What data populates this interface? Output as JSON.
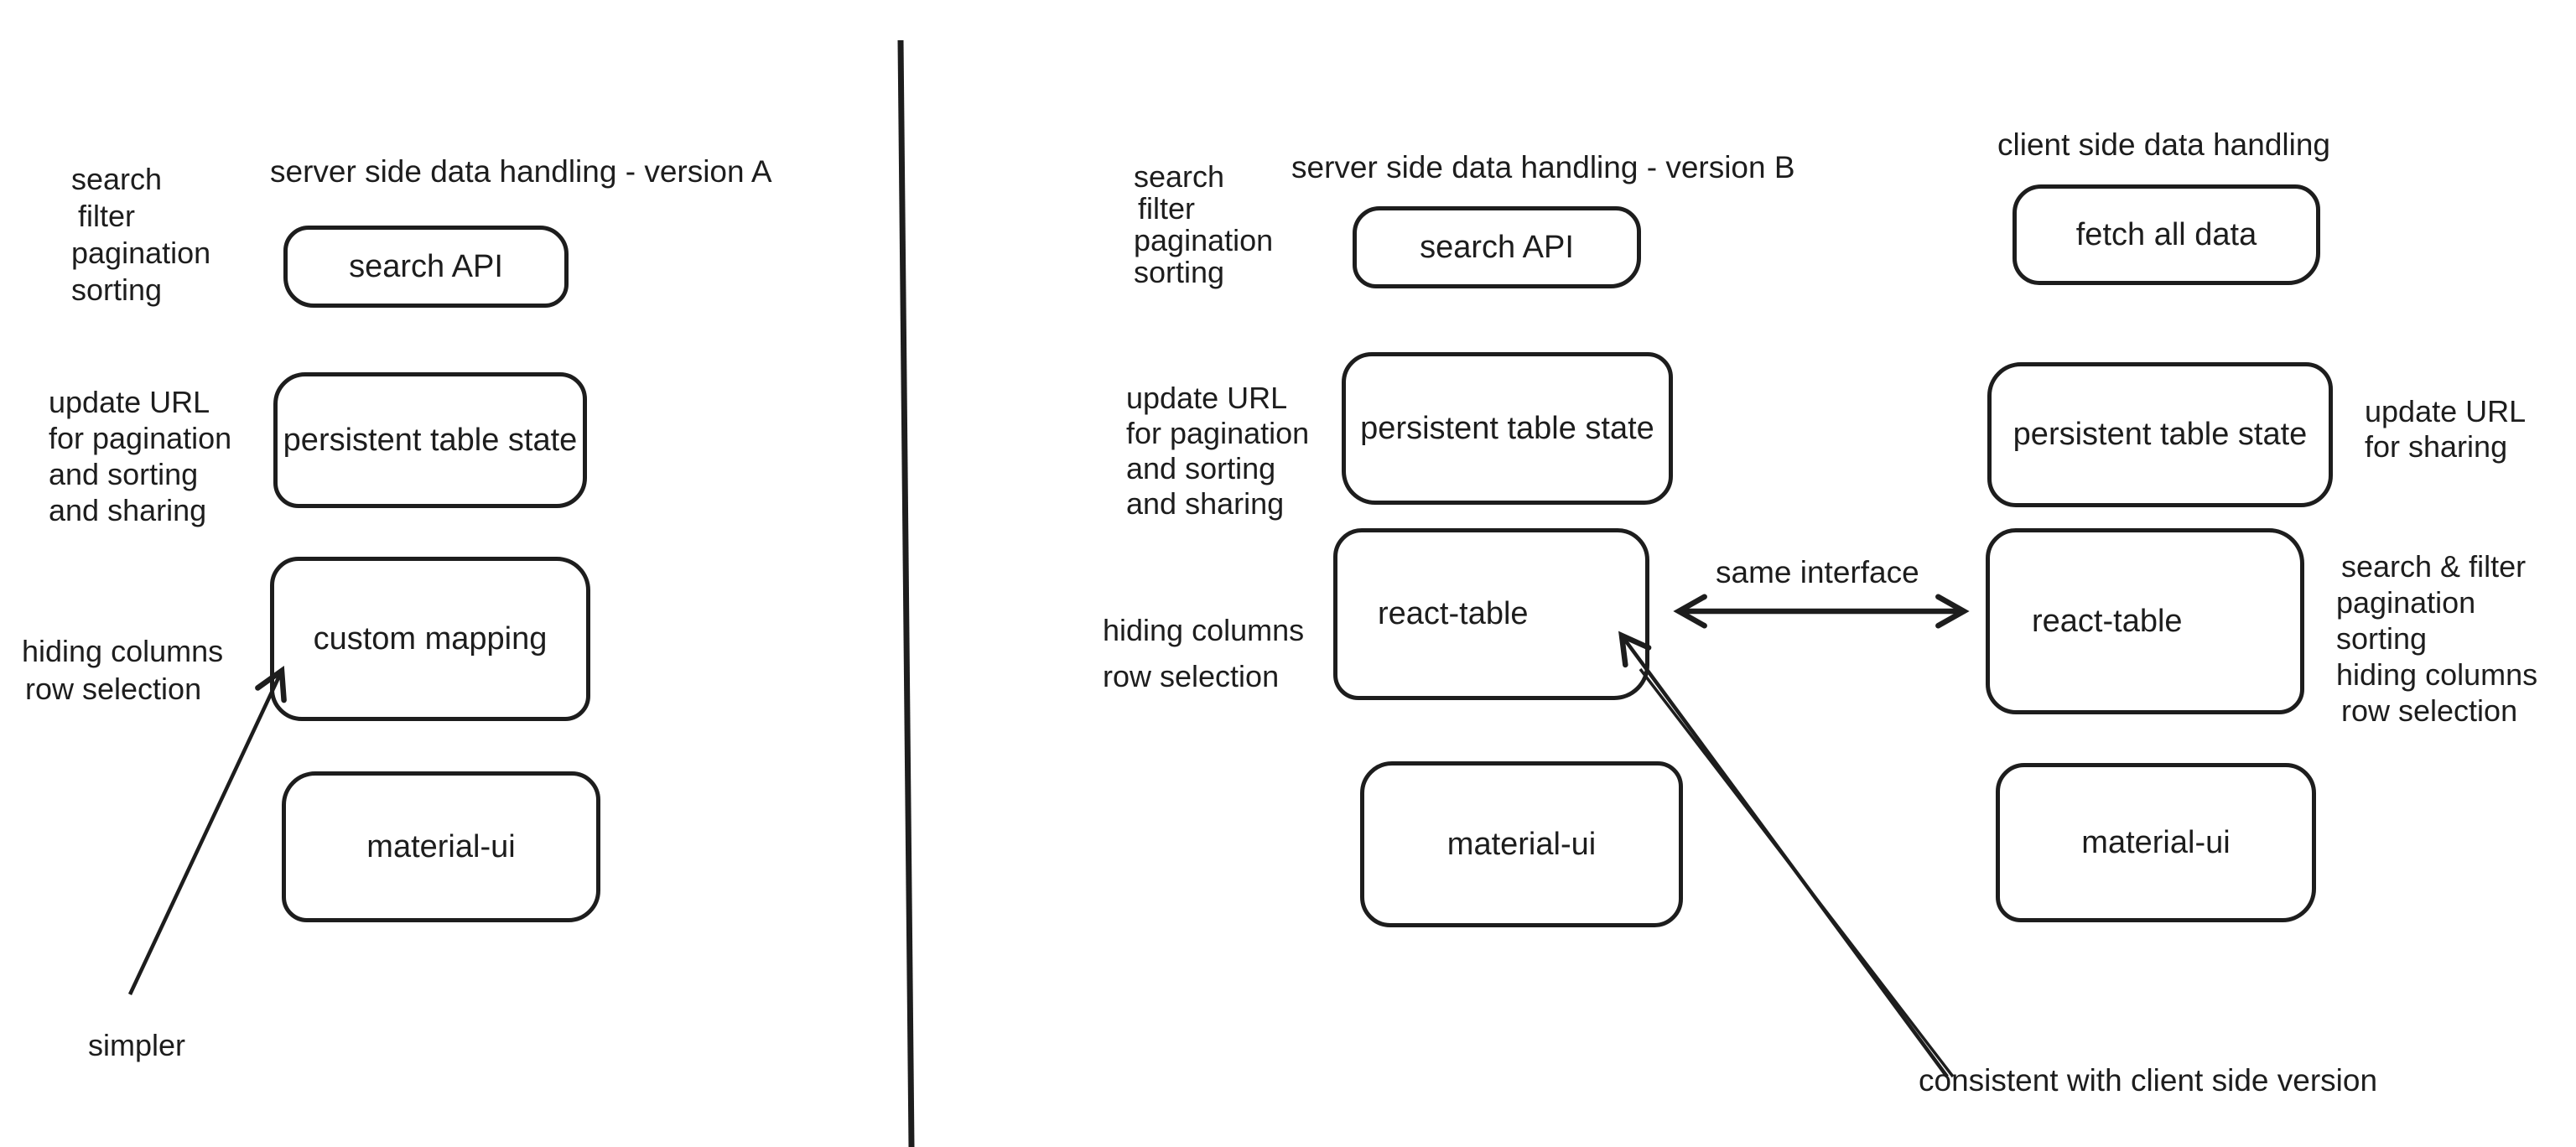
{
  "palette": {
    "ink": "#1d1d1d",
    "background": "#ffffff"
  },
  "columns": {
    "version_a": {
      "title": "server side data handling - version A",
      "features_top": [
        "search",
        "filter",
        "pagination",
        "sorting"
      ],
      "update_url_label": [
        "update URL",
        "for pagination",
        "and sorting",
        "and sharing"
      ],
      "hiding_label": [
        "hiding columns",
        "row selection"
      ],
      "boxes": {
        "search_api": "search API",
        "persistent": "persistent table state",
        "custom_mapping": "custom mapping",
        "material_ui": "material-ui"
      },
      "simpler_label": "simpler"
    },
    "version_b": {
      "title": "server side data handling - version B",
      "features_top": [
        "search",
        "filter",
        "pagination",
        "sorting"
      ],
      "update_url_label": [
        "update URL",
        "for pagination",
        "and sorting",
        "and sharing"
      ],
      "hiding_label": [
        "hiding columns",
        "row selection"
      ],
      "boxes": {
        "search_api": "search API",
        "persistent": "persistent table state",
        "react_table": "react-table",
        "material_ui": "material-ui"
      }
    },
    "client": {
      "title": "client side data handling",
      "update_url_label": [
        "update URL",
        "for sharing"
      ],
      "features_right": [
        "search & filter",
        "pagination",
        "sorting",
        "hiding columns",
        "row selection"
      ],
      "boxes": {
        "fetch_all": "fetch all data",
        "persistent": "persistent table state",
        "react_table": "react-table",
        "material_ui": "material-ui"
      }
    }
  },
  "annotations": {
    "same_interface": "same interface",
    "consistent": "consistent with client side version"
  }
}
